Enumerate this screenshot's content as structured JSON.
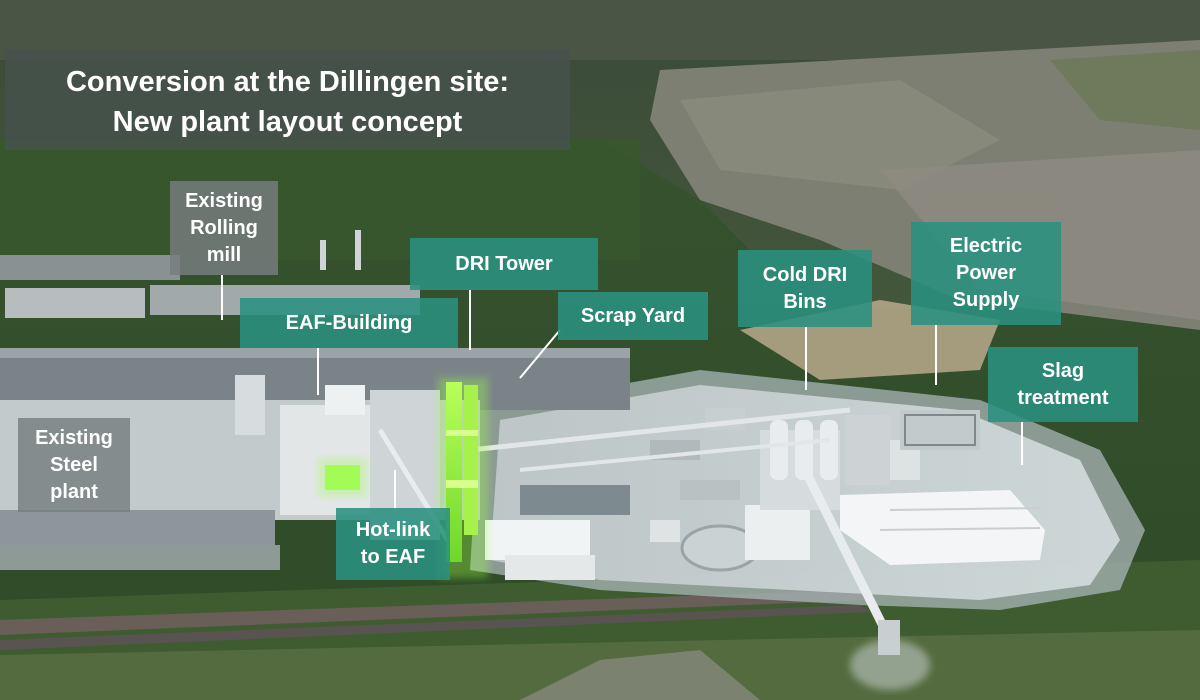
{
  "title": {
    "line1": "Conversion at the Dillingen site:",
    "line2": "New plant layout concept"
  },
  "labels": {
    "rolling_mill": [
      "Existing",
      "Rolling",
      "mill"
    ],
    "dri_tower": "DRI Tower",
    "eaf_building": "EAF-Building",
    "scrap_yard": "Scrap Yard",
    "cold_dri_bins": [
      "Cold DRI",
      "Bins"
    ],
    "electric_power_supply": [
      "Electric",
      "Power",
      "Supply"
    ],
    "slag_treatment": [
      "Slag",
      "treatment"
    ],
    "steel_plant": [
      "Existing",
      "Steel",
      "plant"
    ],
    "hot_link": [
      "Hot-link",
      "to EAF"
    ]
  },
  "colors": {
    "label_teal": "#2a9180",
    "label_gray": "#787e80",
    "highlight_green": "#8cf03c"
  }
}
